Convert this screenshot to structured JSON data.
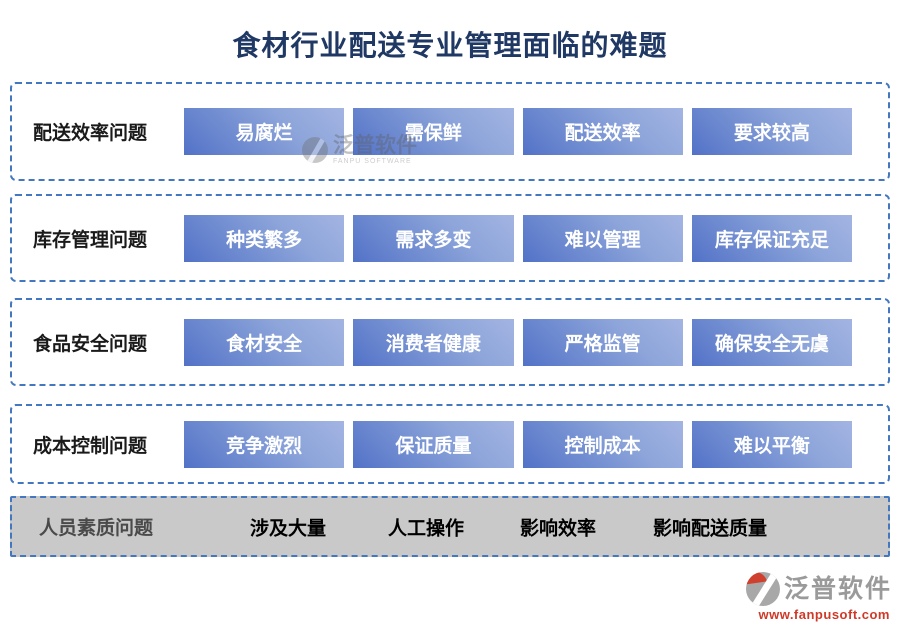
{
  "title": "食材行业配送专业管理面临的难题",
  "rows": [
    {
      "label": "配送效率问题",
      "items": [
        "易腐烂",
        "需保鲜",
        "配送效率",
        "要求较高"
      ]
    },
    {
      "label": "库存管理问题",
      "items": [
        "种类繁多",
        "需求多变",
        "难以管理",
        "库存保证充足"
      ]
    },
    {
      "label": "食品安全问题",
      "items": [
        "食材安全",
        "消费者健康",
        "严格监管",
        "确保安全无虞"
      ]
    },
    {
      "label": "成本控制问题",
      "items": [
        "竞争激烈",
        "保证质量",
        "控制成本",
        "难以平衡"
      ]
    },
    {
      "label": "人员素质问题",
      "items": [
        "涉及大量",
        "人工操作",
        "影响效率",
        "影响配送质量"
      ]
    }
  ],
  "watermark": {
    "text": "泛普软件",
    "subtext": "FANPU SOFTWARE"
  },
  "brand": {
    "name": "泛普软件",
    "url": "www.fanpusoft.com"
  },
  "colors": {
    "title": "#1f3864",
    "dashed_border": "#4377c0",
    "pill_gradient_light": "#a3b4e2",
    "pill_gradient_dark": "#5272c7",
    "gray_row_bg": "#c9c9c9",
    "brand_url_red": "#cf3a28",
    "brand_gray": "#9a9a9a"
  }
}
